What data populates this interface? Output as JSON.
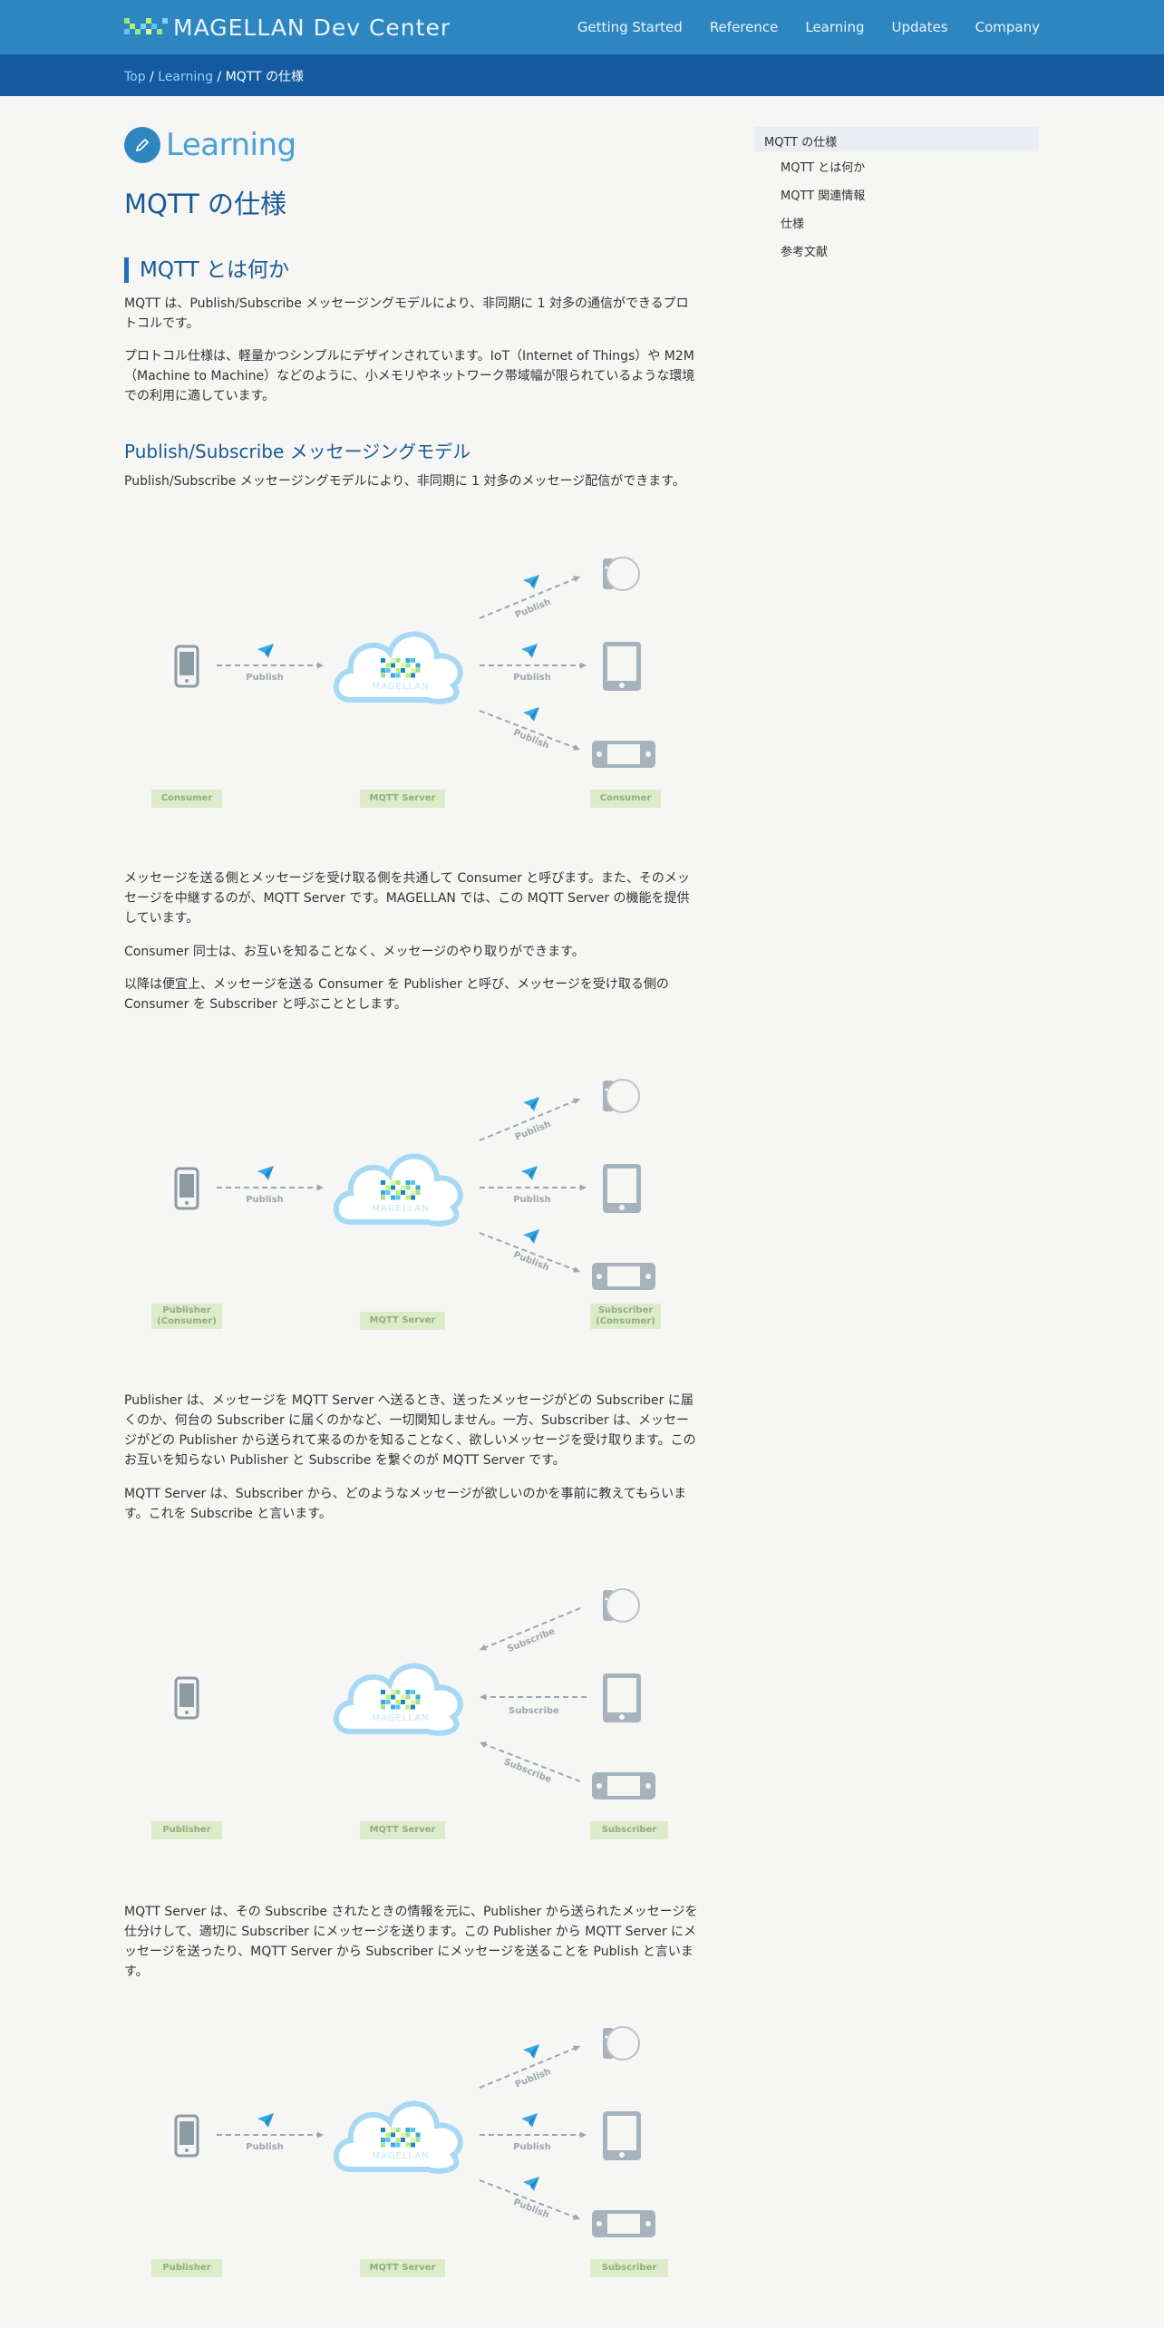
{
  "header": {
    "logo_text": "MAGELLAN Dev Center",
    "nav": [
      "Getting Started",
      "Reference",
      "Learning",
      "Updates",
      "Company"
    ]
  },
  "breadcrumb": {
    "top": "Top",
    "learning": "Learning",
    "sep": " / ",
    "current": "MQTT の仕様"
  },
  "learning_heading": "Learning",
  "page_title": "MQTT の仕様",
  "section1": {
    "title": "MQTT とは何か",
    "p1": "MQTT は、Publish/Subscribe メッセージングモデルにより、非同期に 1 対多の通信ができるプロトコルです。",
    "p2": "プロトコル仕様は、軽量かつシンプルにデザインされています。IoT（Internet of Things）や M2M（Machine to Machine）などのように、小メモリやネットワーク帯域幅が限られているような環境での利用に適しています。"
  },
  "section2": {
    "title": "Publish/Subscribe メッセージングモデル",
    "p1": "Publish/Subscribe メッセージングモデルにより、非同期に 1 対多のメッセージ配信ができます。",
    "p2": "メッセージを送る側とメッセージを受け取る側を共通して Consumer と呼びます。また、そのメッセージを中継するのが、MQTT Server です。MAGELLAN では、この MQTT Server の機能を提供しています。",
    "p3": "Consumer 同士は、お互いを知ることなく、メッセージのやり取りができます。",
    "p4": "以降は便宜上、メッセージを送る Consumer を Publisher と呼び、メッセージを受け取る側の Consumer を Subscriber と呼ぶこととします。",
    "p5": "Publisher は、メッセージを MQTT Server へ送るとき、送ったメッセージがどの Subscriber に届くのか、何台の Subscriber に届くのかなど、一切関知しません。一方、Subscriber は、メッセージがどの Publisher から送られて来るのかを知ることなく、欲しいメッセージを受け取ります。このお互いを知らない Publisher と Subscribe を繋ぐのが MQTT Server です。",
    "p6": "MQTT Server は、Subscriber から、どのようなメッセージが欲しいのかを事前に教えてもらいます。これを Subscribe と言います。",
    "p7": "MQTT Server は、その Subscribe されたときの情報を元に、Publisher から送られたメッセージを仕分けして、適切に Subscriber にメッセージを送ります。この Publisher から MQTT Server にメッセージを送ったり、MQTT Server から Subscriber にメッセージを送ることを Publish と言います。"
  },
  "sidebar": {
    "active": "MQTT の仕様",
    "items": [
      "MQTT とは何か",
      "MQTT 関連情報",
      "仕様",
      "参考文献"
    ]
  },
  "diagrams": [
    {
      "left": "Consumer",
      "center": "MQTT Server",
      "right": "Consumer",
      "arrow": "Publish",
      "mode": "publish"
    },
    {
      "left": "Publisher\n(Consumer)",
      "center": "MQTT Server",
      "right": "Subscriber\n(Consumer)",
      "arrow": "Publish",
      "mode": "publish"
    },
    {
      "left": "Publisher",
      "center": "MQTT Server",
      "right": "Subscriber",
      "arrow": "Subscribe",
      "mode": "subscribe"
    },
    {
      "left": "Publisher",
      "center": "MQTT Server",
      "right": "Subscriber",
      "arrow": "Publish",
      "mode": "publish"
    }
  ],
  "cloud_brand": "MAGELLAN",
  "colors": {
    "header": "#2e86c1",
    "crumb": "#135aa0",
    "title": "#1a5a94",
    "label_bg": "#dcebc9"
  }
}
